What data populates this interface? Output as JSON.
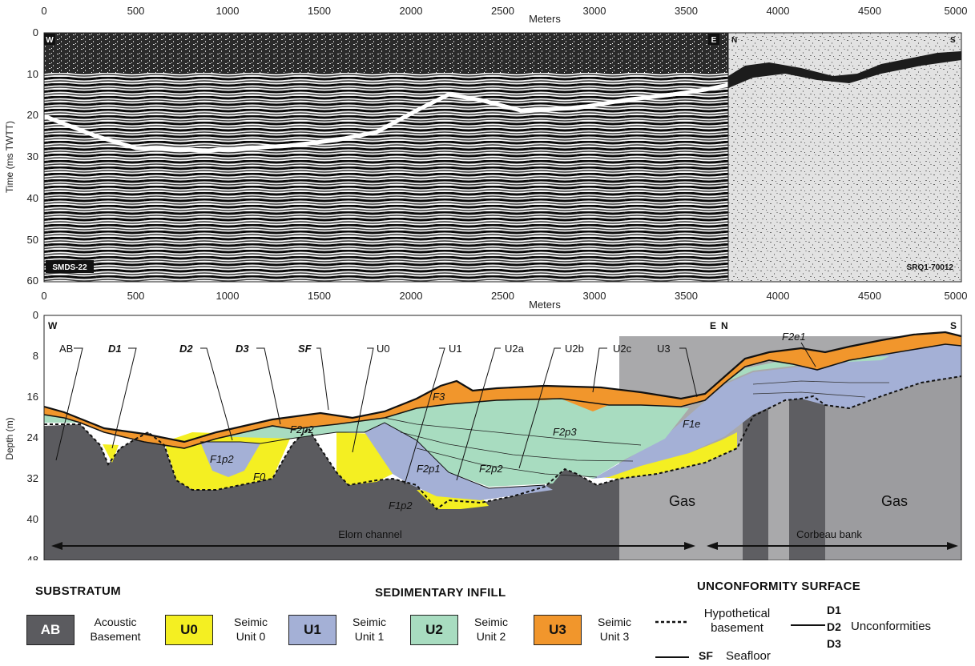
{
  "top_panel": {
    "x_axis_label": "Meters",
    "x_ticks": [
      "0",
      "500",
      "1000",
      "1500",
      "2000",
      "2500",
      "3000",
      "3500",
      "4000",
      "4500",
      "5000"
    ],
    "y_axis_label": "Time (ms TWTT)",
    "y_ticks": [
      "0",
      "10",
      "20",
      "30",
      "40",
      "50",
      "60"
    ],
    "corner_labels": {
      "w": "W",
      "e": "E",
      "n": "N",
      "s": "S"
    },
    "profile_left": "SMDS-22",
    "profile_right": "SRQ1-70012"
  },
  "bottom_panel": {
    "x_axis_label": "Meters",
    "x_ticks": [
      "0",
      "500",
      "1000",
      "1500",
      "2000",
      "2500",
      "3000",
      "3500",
      "4000",
      "4500",
      "5000"
    ],
    "y_axis_label": "Depth (m)",
    "y_ticks": [
      "0",
      "8",
      "16",
      "24",
      "32",
      "40",
      "48"
    ],
    "corner_labels": {
      "w": "W",
      "e": "E",
      "n": "N",
      "s": "S"
    },
    "callouts": [
      "AB",
      "D1",
      "D2",
      "D3",
      "SF",
      "U0",
      "U1",
      "U2a",
      "U2b",
      "U2c",
      "U3"
    ],
    "facies_labels": [
      "F3",
      "F2p2",
      "F1p2",
      "F0",
      "F2p3",
      "F2p1",
      "F2p2",
      "F1p2",
      "F1e",
      "F2e1"
    ],
    "gas_label": "Gas",
    "gas_label_right": "Gas",
    "channel_label": "Elorn channel",
    "bank_label": "Corbeau bank"
  },
  "legend": {
    "substratum_header": "SUBSTRATUM",
    "infill_header": "SEDIMENTARY INFILL",
    "unconformity_header": "UNCONFORMITY SURFACE",
    "items": [
      {
        "code": "AB",
        "label_line1": "Acoustic",
        "label_line2": "Basement",
        "color": "#5b5b5f"
      },
      {
        "code": "U0",
        "label_line1": "Seimic",
        "label_line2": "Unit 0",
        "color": "#f4ef22"
      },
      {
        "code": "U1",
        "label_line1": "Seimic",
        "label_line2": "Unit 1",
        "color": "#a4b0d6"
      },
      {
        "code": "U2",
        "label_line1": "Seimic",
        "label_line2": "Unit 2",
        "color": "#a8dcc0"
      },
      {
        "code": "U3",
        "label_line1": "Seimic",
        "label_line2": "Unit 3",
        "color": "#f1962c"
      }
    ],
    "hypothetical_line1": "Hypothetical",
    "hypothetical_line2": "basement",
    "unconformity_codes": [
      "D1",
      "D2",
      "D3"
    ],
    "unconformities_label": "Unconformities",
    "seafloor_code": "SF",
    "seafloor_label": "Seafloor"
  },
  "colors": {
    "acoustic_basement": "#5b5b5f",
    "gas_zone": "#a9a9ab",
    "u0": "#f4ef22",
    "u1": "#a4b0d6",
    "u2": "#a8dcc0",
    "u3": "#f1962c"
  }
}
